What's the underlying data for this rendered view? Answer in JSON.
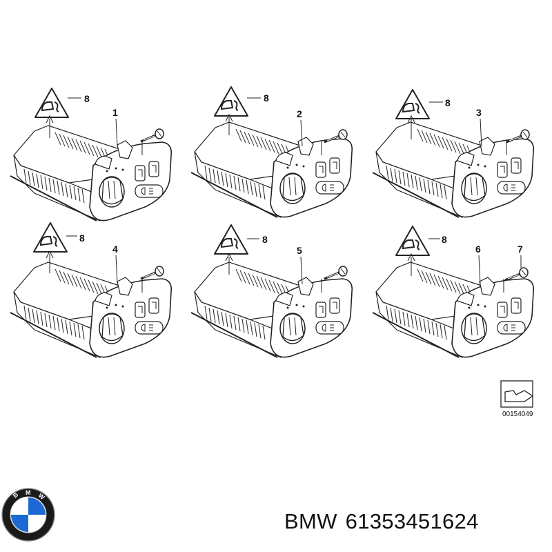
{
  "modules": [
    {
      "callout": "1",
      "warning_callout": "8"
    },
    {
      "callout": "2",
      "warning_callout": "8"
    },
    {
      "callout": "3",
      "warning_callout": "8"
    },
    {
      "callout": "4",
      "warning_callout": "8"
    },
    {
      "callout": "5",
      "warning_callout": "8"
    },
    {
      "callout": "6",
      "warning_callout": "8",
      "screw_callout": "7"
    }
  ],
  "reference_code": "00154049",
  "brand": {
    "name": "BMW",
    "part_number": "61353451624",
    "logo_text": "BMW",
    "colors": {
      "blue": "#1c69d4",
      "ring": "#1a1a1a",
      "white": "#ffffff"
    }
  },
  "icons": [
    "warning-triangle-icon",
    "arrow-up-icon",
    "screw-icon",
    "light-switch-module",
    "direction-symbol-icon",
    "bmw-logo-icon"
  ]
}
